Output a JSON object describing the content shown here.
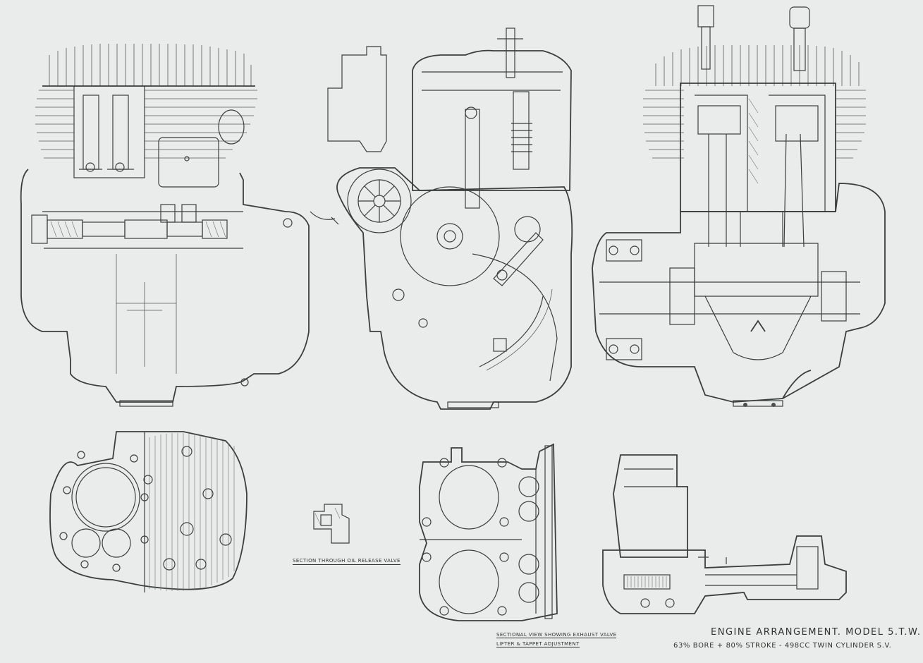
{
  "title": {
    "main": "ENGINE ARRANGEMENT.  MODEL 5.T.W.",
    "sub": "63% BORE + 80% STROKE - 498cc TWIN CYLINDER  S.V."
  },
  "notes": {
    "oil_valve": "SECTION THROUGH OIL RELEASE VALVE",
    "exhaust_line1": "SECTIONAL VIEW SHOWING EXHAUST VALVE",
    "exhaust_line2": "LIFTER & TAPPET ADJUSTMENT"
  },
  "colors": {
    "paper": "#e9ecea",
    "ink": "#3a3f3d"
  }
}
